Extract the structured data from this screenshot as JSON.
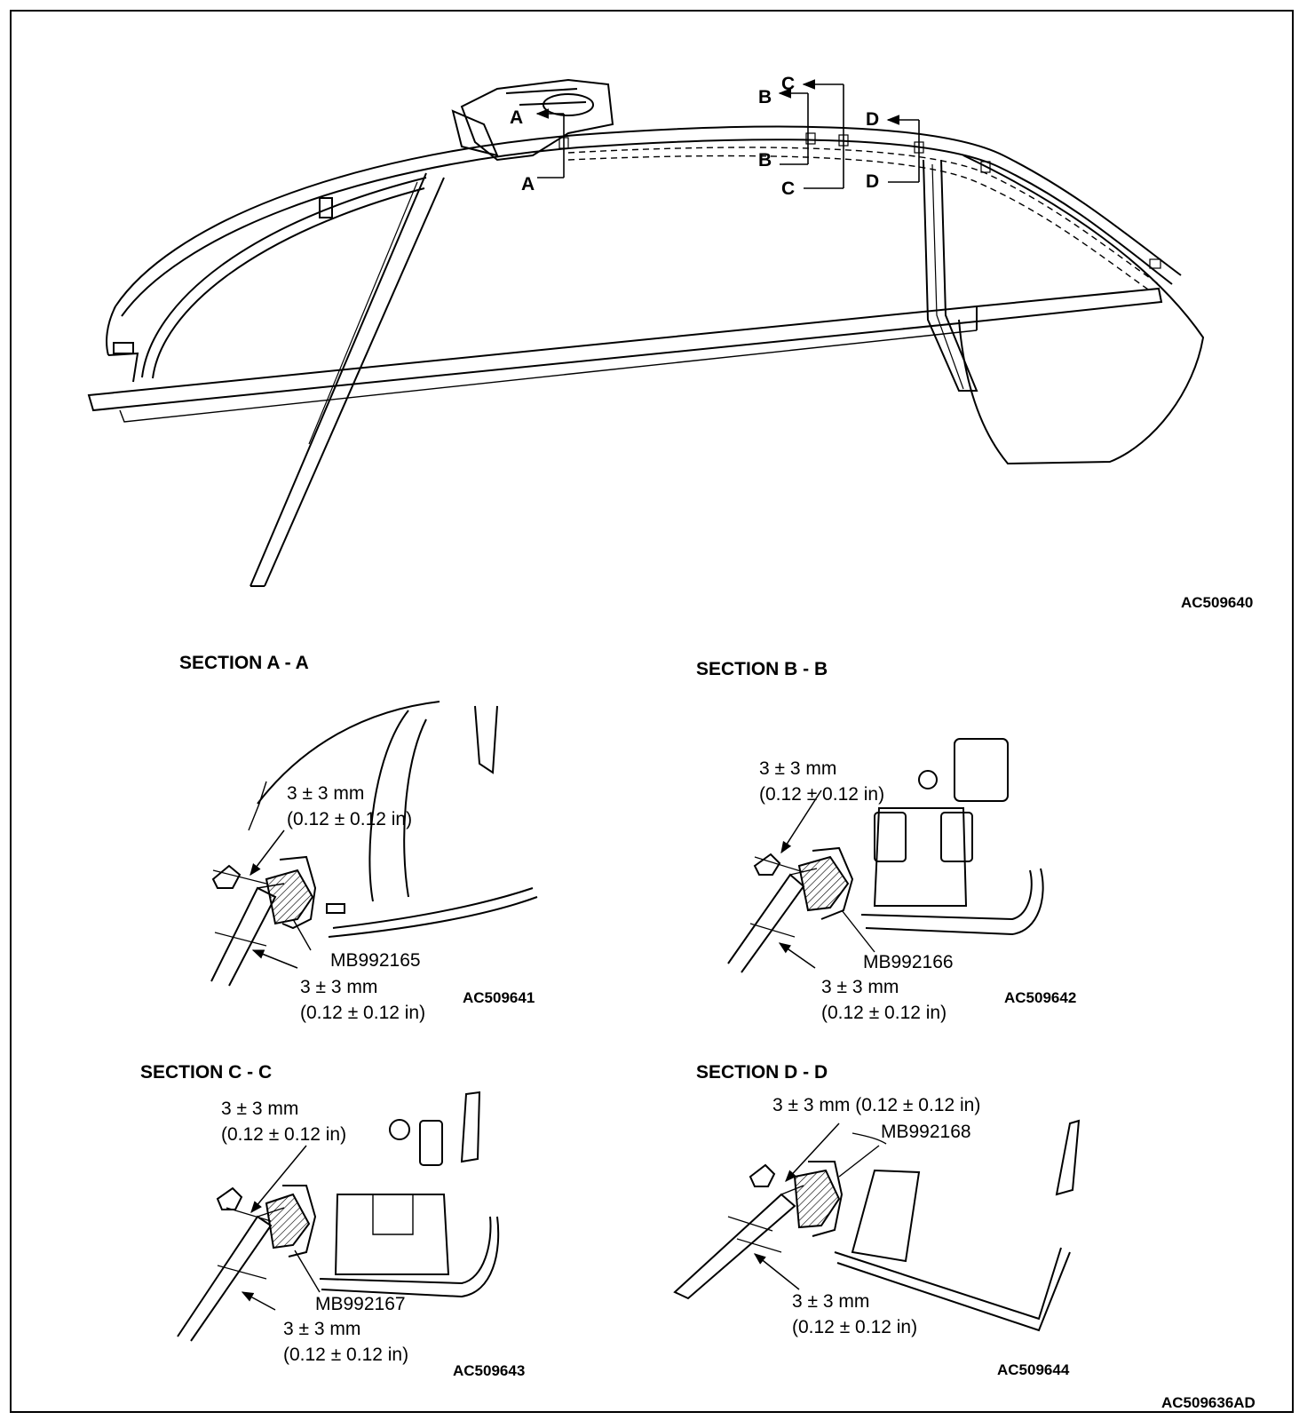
{
  "figure_code": "AC509636AD",
  "overview": {
    "code": "AC509640",
    "cut_marks": [
      "A",
      "A",
      "B",
      "B",
      "C",
      "C",
      "D",
      "D"
    ]
  },
  "sections": [
    {
      "title": "SECTION A - A",
      "code": "AC509641",
      "tool": "MB992165",
      "dim_top": [
        "3 ± 3 mm",
        "(0.12 ± 0.12 in)"
      ],
      "dim_bottom": [
        "3 ± 3 mm",
        "(0.12 ± 0.12 in)"
      ]
    },
    {
      "title": "SECTION B - B",
      "code": "AC509642",
      "tool": "MB992166",
      "dim_top": [
        "3 ± 3 mm",
        "(0.12 ± 0.12 in)"
      ],
      "dim_bottom": [
        "3 ± 3 mm",
        "(0.12 ± 0.12 in)"
      ]
    },
    {
      "title": "SECTION C - C",
      "code": "AC509643",
      "tool": "MB992167",
      "dim_top": [
        "3 ± 3 mm",
        "(0.12 ± 0.12 in)"
      ],
      "dim_bottom": [
        "3 ± 3 mm",
        "(0.12 ± 0.12 in)"
      ]
    },
    {
      "title": "SECTION D - D",
      "code": "AC509644",
      "tool": "MB992168",
      "dim_top": [
        "3 ± 3 mm (0.12 ± 0.12 in)"
      ],
      "dim_bottom": [
        "3 ± 3 mm",
        "(0.12 ± 0.12 in)"
      ]
    }
  ]
}
